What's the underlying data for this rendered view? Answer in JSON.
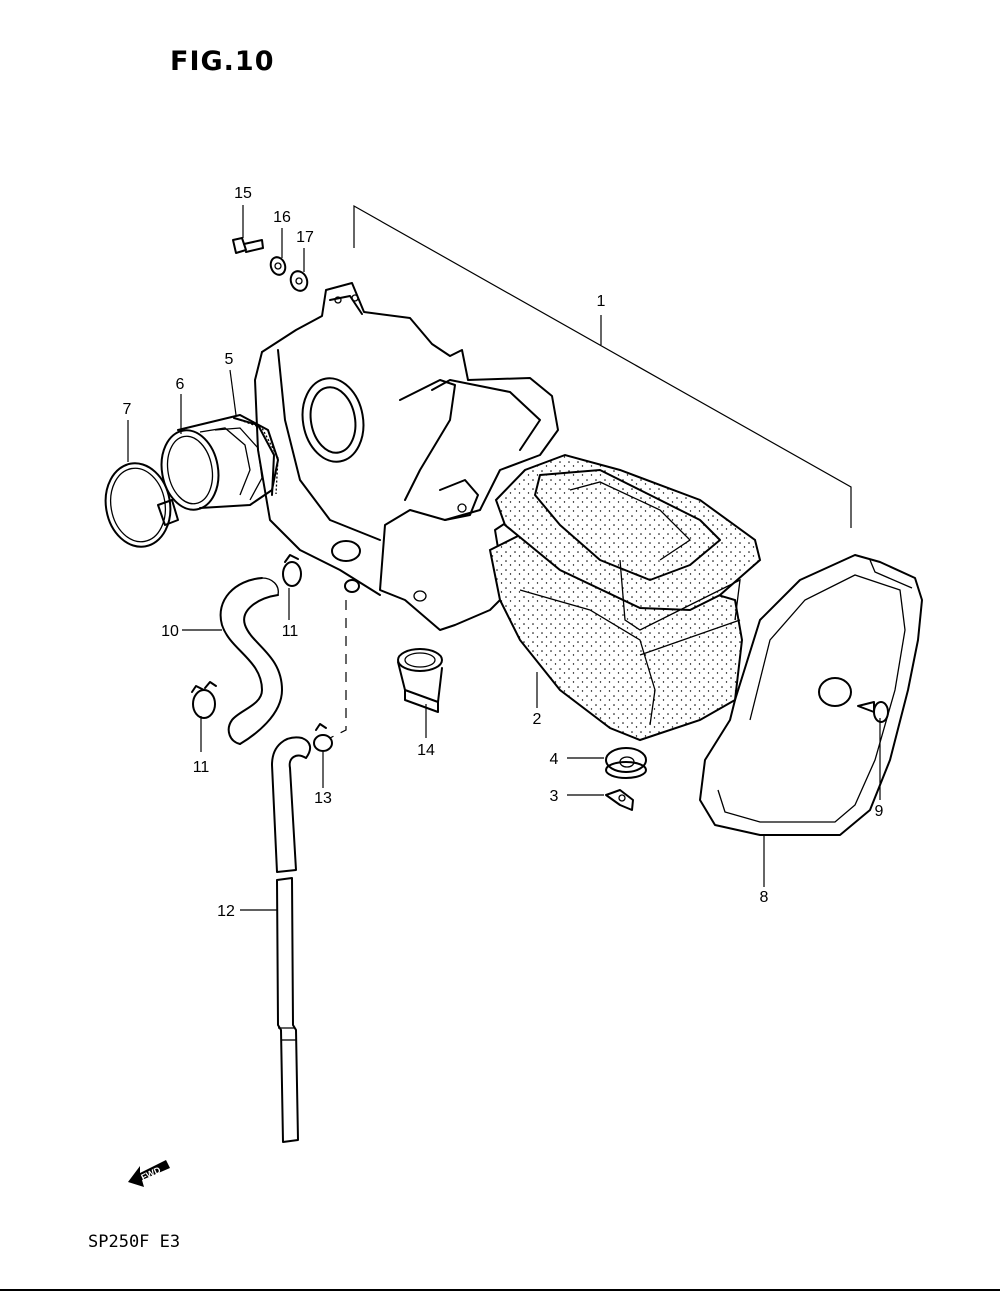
{
  "figure": {
    "title": "FIG.10",
    "model": "SP250F E3",
    "fwd_mark": "FWD"
  },
  "callouts": {
    "c1": "1",
    "c2": "2",
    "c3": "3",
    "c4": "4",
    "c5": "5",
    "c6": "6",
    "c7": "7",
    "c8": "8",
    "c9": "9",
    "c10": "10",
    "c11a": "11",
    "c11b": "11",
    "c12": "12",
    "c13": "13",
    "c14": "14",
    "c15": "15",
    "c16": "16",
    "c17": "17"
  },
  "icons": {
    "fwd": "fwd-arrow-icon"
  }
}
